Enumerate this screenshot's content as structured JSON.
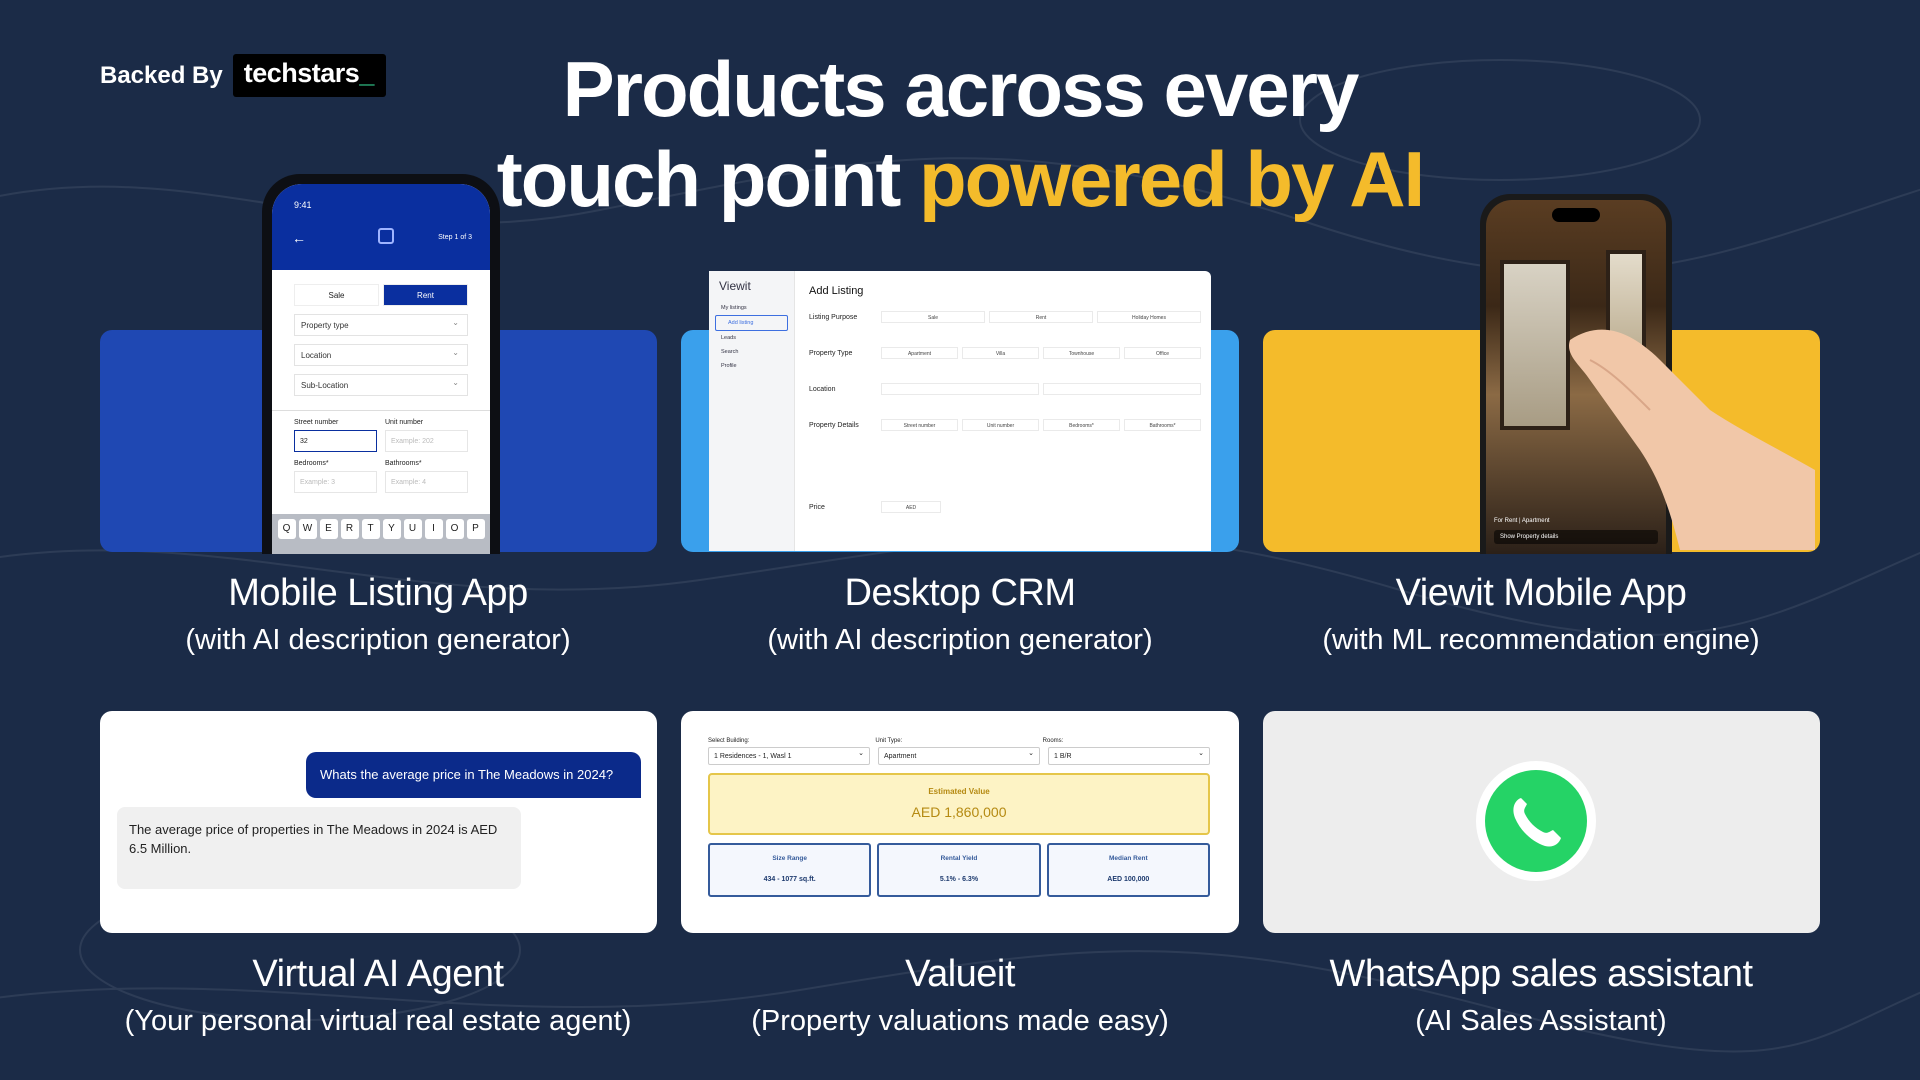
{
  "header": {
    "backed_by": "Backed By",
    "techstars_logo": "techstars",
    "headline_line1": "Products across every",
    "headline_line2_plain": "touch point ",
    "headline_line2_accent": "powered by AI"
  },
  "colors": {
    "background": "#1b2b47",
    "accent": "#f4bb2b",
    "blue_panel": "#1f48b3",
    "sky_panel": "#3aa0ec",
    "yellow_panel": "#f4bb2b"
  },
  "products": [
    {
      "title": "Mobile Listing App",
      "subtitle": "(with AI description generator)"
    },
    {
      "title": "Desktop CRM",
      "subtitle": "(with AI description generator)"
    },
    {
      "title": "Viewit Mobile App",
      "subtitle": "(with ML recommendation engine)"
    },
    {
      "title": "Virtual AI Agent",
      "subtitle": "(Your personal virtual real estate agent)"
    },
    {
      "title": "Valueit",
      "subtitle": "(Property valuations made easy)"
    },
    {
      "title": "WhatsApp sales assistant",
      "subtitle": "(AI Sales Assistant)"
    }
  ],
  "mobile_app": {
    "time": "9:41",
    "step": "Step 1 of 3",
    "tabs": [
      "Sale",
      "Rent"
    ],
    "selects": [
      "Property type",
      "Location",
      "Sub-Location"
    ],
    "labels_row1": [
      "Street number",
      "Unit number"
    ],
    "inputs_row1": [
      "32",
      "Example: 202"
    ],
    "labels_row2": [
      "Bedrooms*",
      "Bathrooms*"
    ],
    "inputs_row2": [
      "Example: 3",
      "Example: 4"
    ],
    "keys": [
      "Q",
      "W",
      "E",
      "R",
      "T",
      "Y",
      "U",
      "I",
      "O",
      "P"
    ]
  },
  "crm": {
    "brand": "Viewit",
    "nav": [
      "My listings",
      "Add listing",
      "Leads",
      "Search",
      "Profile"
    ],
    "title": "Add Listing",
    "listing_purpose_label": "Listing Purpose",
    "listing_purpose": [
      "Sale",
      "Rent",
      "Holiday Homes"
    ],
    "property_type_label": "Property Type",
    "property_types": [
      "Apartment",
      "Villa",
      "Townhouse",
      "Office"
    ],
    "location_label": "Location",
    "property_details_label": "Property Details",
    "details_fields": [
      "Street number",
      "Unit number",
      "Bedrooms*",
      "Bathrooms*"
    ],
    "price_label": "Price",
    "price_currency": "AED"
  },
  "viewit": {
    "listing_text": "For Rent | Apartment",
    "show_details": "Show Property details"
  },
  "chat": {
    "question": "Whats the average price in The Meadows in 2024?",
    "answer": "The average price of properties in The Meadows in 2024 is AED 6.5 Million."
  },
  "valueit": {
    "labels": [
      "Select Building:",
      "Unit Type:",
      "Rooms:"
    ],
    "selects": [
      "1 Residences - 1, Wasl 1",
      "Apartment",
      "1 B/R"
    ],
    "estimated_label": "Estimated Value",
    "estimated_value": "AED 1,860,000",
    "boxes": [
      {
        "label": "Size Range",
        "value": "434 - 1077 sq.ft."
      },
      {
        "label": "Rental Yield",
        "value": "5.1% - 6.3%"
      },
      {
        "label": "Median Rent",
        "value": "AED 100,000"
      }
    ]
  }
}
